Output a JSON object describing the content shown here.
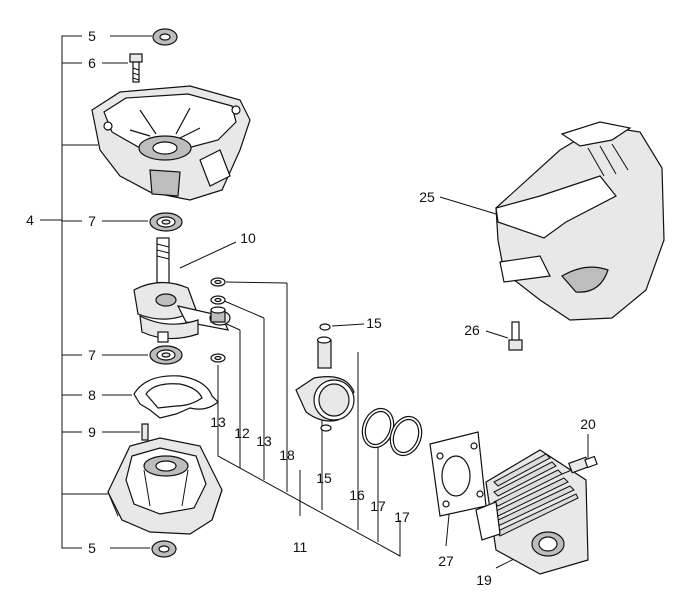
{
  "labels": {
    "l4": "4",
    "l5a": "5",
    "l5b": "5",
    "l6": "6",
    "l7a": "7",
    "l7b": "7",
    "l8": "8",
    "l9": "9",
    "l10": "10",
    "l11": "11",
    "l12": "12",
    "l13a": "13",
    "l13b": "13",
    "l15a": "15",
    "l15b": "15",
    "l16": "16",
    "l17a": "17",
    "l17b": "17",
    "l18": "18",
    "l19": "19",
    "l20": "20",
    "l25": "25",
    "l26": "26",
    "l27": "27"
  }
}
